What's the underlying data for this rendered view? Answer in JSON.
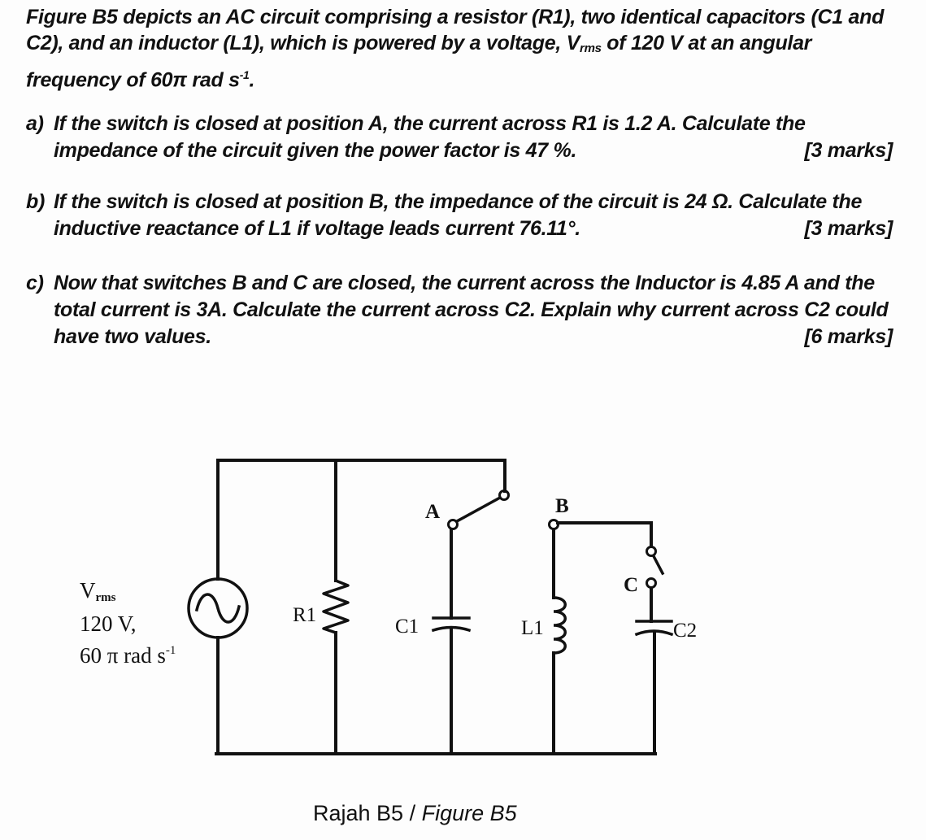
{
  "intro": {
    "part1": "Figure B5 depicts an AC circuit comprising a resistor (R1), two identical capacitors (C1 and C2), and an inductor (L1), which is powered by a voltage, V",
    "sub": "rms",
    "part2": " of 120 V at an angular frequency of 60π rad s",
    "sup": "-1",
    "end": "."
  },
  "questions": [
    {
      "label": "a)",
      "text": "If the switch is closed at position A, the current across R1 is 1.2 A. Calculate the impedance of the circuit given the power factor is 47 %.",
      "marks": "[3 marks]"
    },
    {
      "label": "b)",
      "text": "If the switch is closed at position B, the impedance of the circuit is 24 Ω. Calculate the inductive reactance of L1 if voltage leads current 76.11°.",
      "marks": "[3 marks]"
    },
    {
      "label": "c)",
      "text": "Now that switches B and C are closed, the current across the Inductor is 4.85 A and the total current is 3A. Calculate the current across C2. Explain why current across C2 could have two values.",
      "marks": "[6 marks]"
    }
  ],
  "circuit": {
    "source": {
      "v_label": "V",
      "v_sub": "rms",
      "voltage": "120 V,",
      "freq": "60 π rad s",
      "freq_sup": "-1"
    },
    "components": {
      "resistor": "R1",
      "capacitor1": "C1",
      "inductor": "L1",
      "capacitor2": "C2"
    },
    "switch_positions": {
      "a": "A",
      "b": "B",
      "c": "C"
    }
  },
  "caption": {
    "ms": "Rajah B5 / ",
    "en": "Figure B5"
  }
}
